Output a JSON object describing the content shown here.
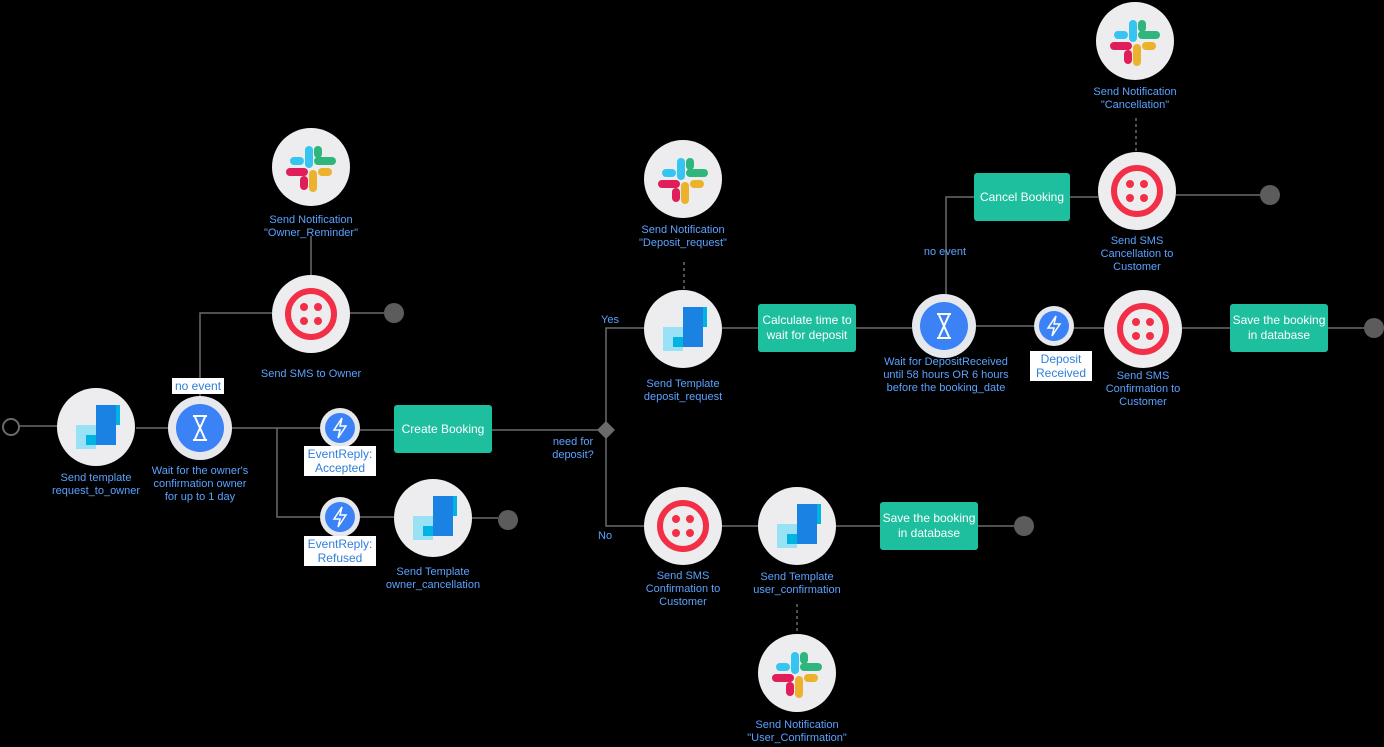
{
  "colors": {
    "background": "#000000",
    "connector": "#6b6b6b",
    "label_text": "#5aa2ff",
    "action_fill": "#1dbf9f",
    "node_fill": "#ededf0",
    "twilio_red": "#f22f46",
    "wait_blue": "#3b82f6",
    "end_node": "#5c5c5c"
  },
  "icons": {
    "template": "sendgrid-logo-icon",
    "sms": "twilio-logo-icon",
    "notification": "slack-logo-icon",
    "wait": "hourglass-icon",
    "event": "lightning-bolt-icon",
    "split": "diamond-split-icon"
  },
  "labels": {
    "send_template_request": "Send template\nrequest_to_owner",
    "wait_owner": "Wait for the owner's\nconfirmation owner\nfor up to 1 day",
    "no_event_1": "no event",
    "send_sms_owner": "Send SMS to Owner",
    "notif_owner_reminder": "Send Notification\n\"Owner_Reminder\"",
    "event_accepted": "EventReply:\nAccepted",
    "event_refused": "EventReply:\nRefused",
    "create_booking": "Create Booking",
    "send_template_owner_cancel": "Send Template\nowner_cancellation",
    "need_deposit": "need for\ndeposit?",
    "yes": "Yes",
    "no": "No",
    "send_template_deposit": "Send Template\ndeposit_request",
    "notif_deposit": "Send Notification\n\"Deposit_request\"",
    "calc_time": "Calculate time to\nwait for deposit",
    "wait_deposit": "Wait for DepositReceived\nuntil 58 hours OR 6 hours\nbefore the booking_date",
    "no_event_2": "no event",
    "cancel_booking": "Cancel Booking",
    "sms_cancel": "Send SMS\nCancellation to\nCustomer",
    "notif_cancel": "Send Notification\n\"Cancellation\"",
    "deposit_received": "Deposit\nReceived",
    "sms_confirm_top": "Send SMS\nConfirmation to\nCustomer",
    "save_top": "Save the booking\nin database",
    "sms_confirm_bottom": "Send SMS\nConfirmation to\nCustomer",
    "template_user_confirm": "Send Template\nuser_confirmation",
    "save_bottom": "Save the booking\nin database",
    "notif_user_confirm": "Send Notification\n\"User_Confirmation\""
  }
}
